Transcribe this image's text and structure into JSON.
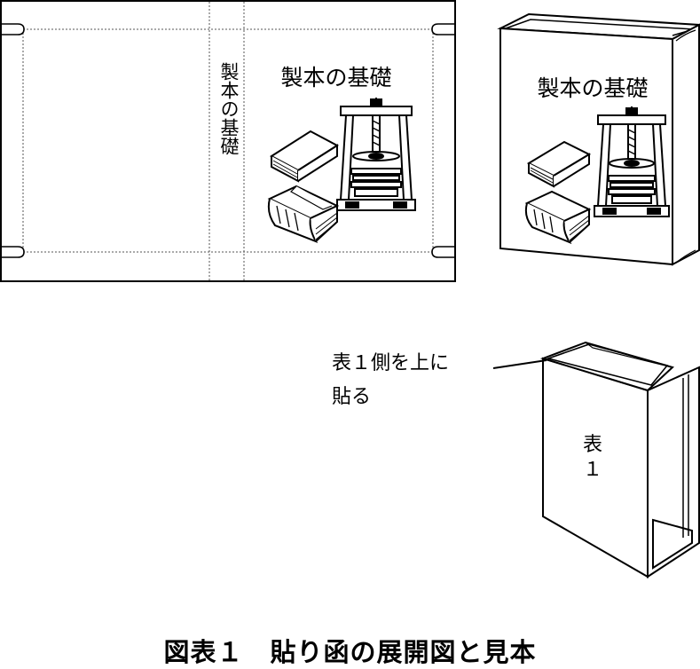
{
  "book_title": "製本の基礎",
  "spine_title": "製本の基礎",
  "annotation": {
    "line1": "表１側を上に",
    "line2": "貼る"
  },
  "box_face_label": "表",
  "box_face_number": "１",
  "caption": "図表１　貼り函の展開図と見本",
  "colors": {
    "line": "#000000",
    "background": "#ffffff",
    "dotted": "#555555"
  }
}
